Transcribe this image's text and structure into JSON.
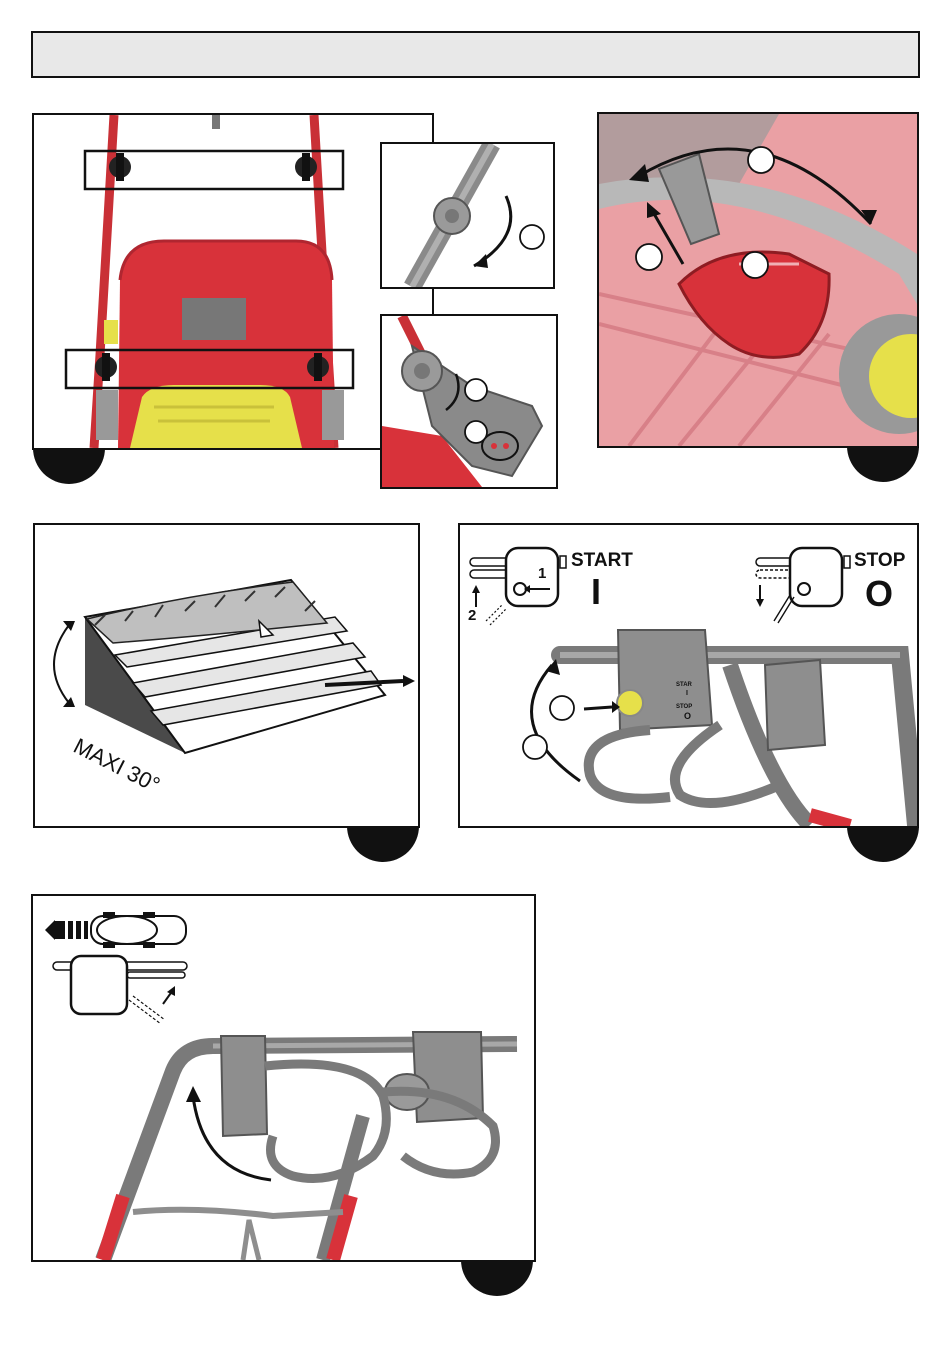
{
  "header": {
    "title": ""
  },
  "figure4": {
    "start_label": "START",
    "start_symbol": "I",
    "stop_label": "STOP",
    "stop_symbol": "O",
    "step_1": "1",
    "step_2": "2",
    "mini_start": "STAR",
    "mini_start_symbol": "I",
    "mini_stop": "STOP",
    "mini_stop_symbol": "O"
  },
  "figure3": {
    "slope_label": "MAXI 30°"
  },
  "colors": {
    "mower_red": "#d8323a",
    "grass_box_yellow": "#e6e04a",
    "handle_grey": "#8a8a8a",
    "callout_black": "#111111"
  },
  "icons": [
    "knob-icon",
    "rotation-arrow-icon",
    "callout-circle-icon",
    "push-button-icon",
    "mower-top-view-icon"
  ]
}
